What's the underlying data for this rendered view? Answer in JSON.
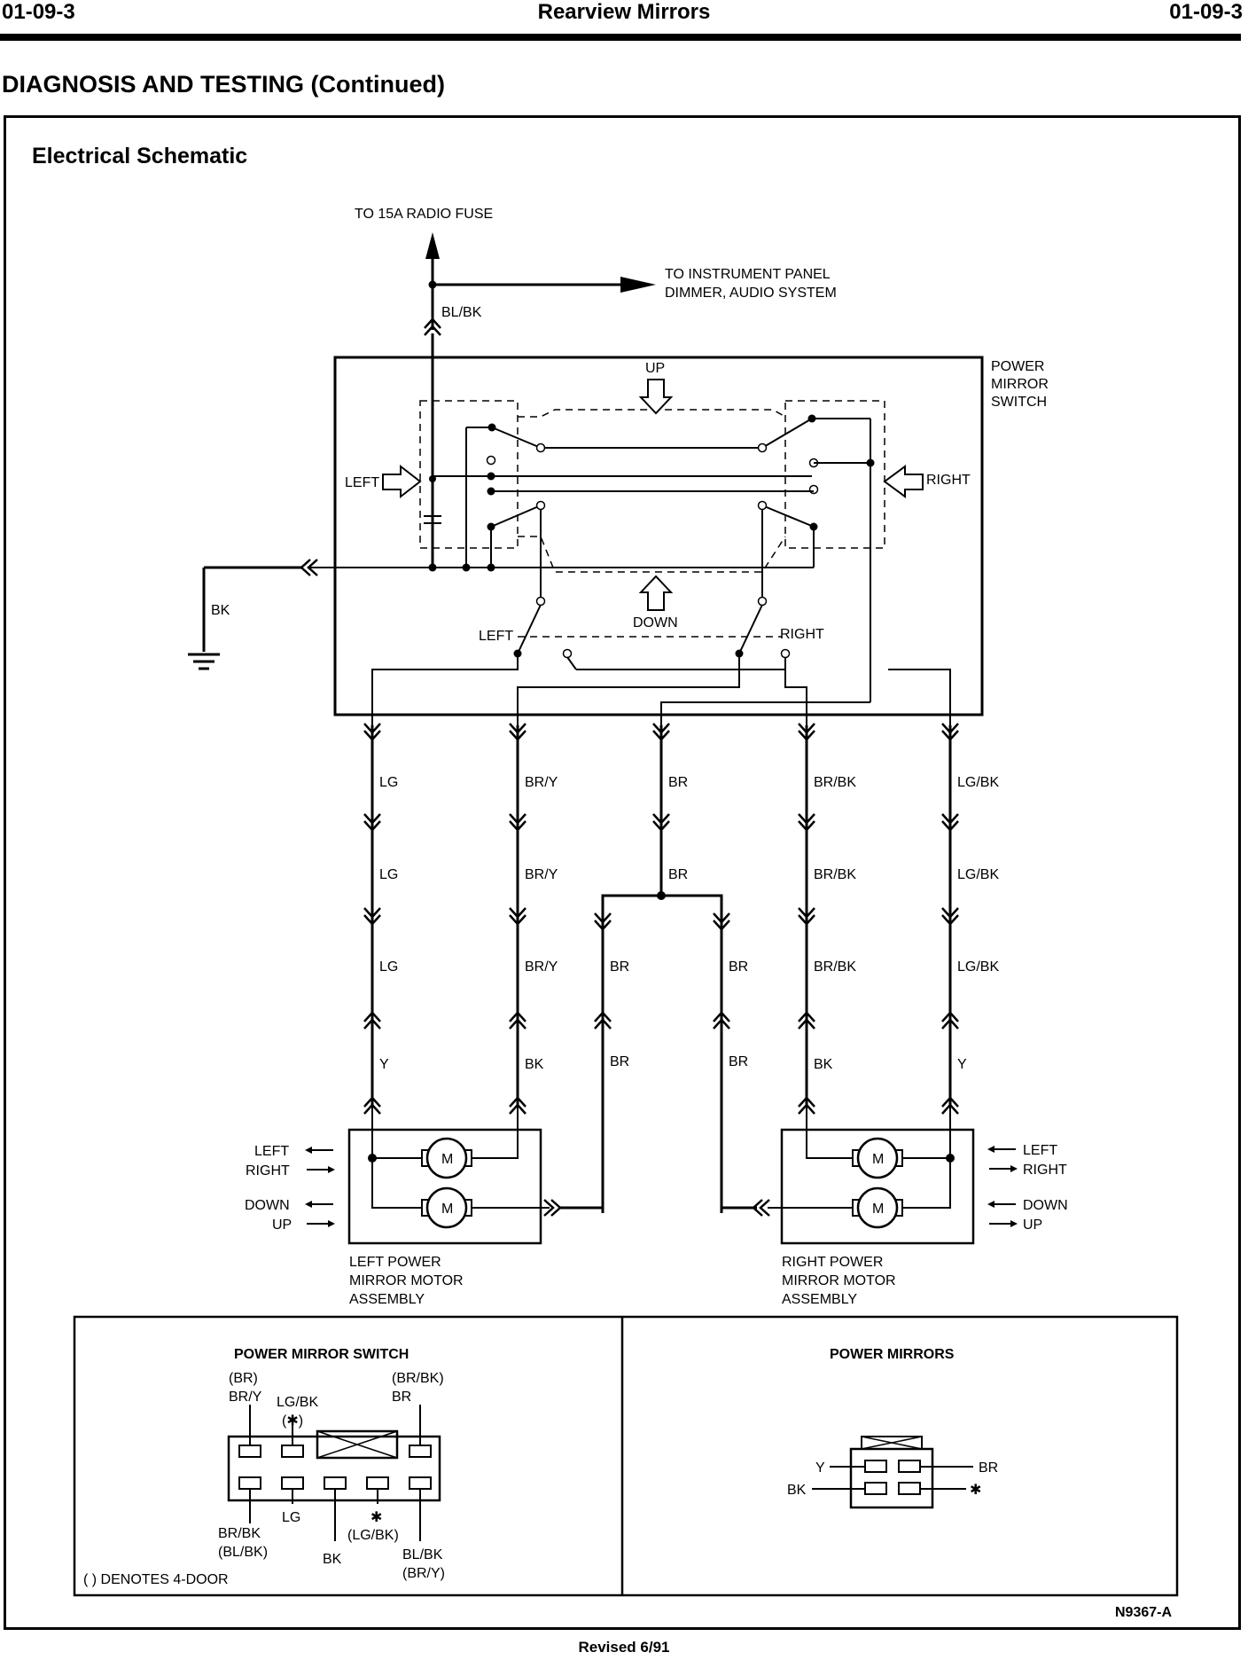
{
  "header": {
    "page_left": "01-09-3",
    "title": "Rearview Mirrors",
    "page_right": "01-09-3"
  },
  "section_title": "DIAGNOSIS AND TESTING (Continued)",
  "schematic_title": "Electrical Schematic",
  "labels": {
    "radio_fuse": "TO 15A RADIO FUSE",
    "dimmer_1": "TO INSTRUMENT PANEL",
    "dimmer_2": "DIMMER, AUDIO SYSTEM",
    "feed_wire": "BL/BK",
    "switch_name_1": "POWER",
    "switch_name_2": "MIRROR",
    "switch_name_3": "SWITCH",
    "up": "UP",
    "down": "DOWN",
    "left": "LEFT",
    "right": "RIGHT",
    "selector_left": "LEFT",
    "selector_right": "RIGHT",
    "ground_wire": "BK",
    "left_assembly_1": "LEFT POWER",
    "left_assembly_2": "MIRROR MOTOR",
    "left_assembly_3": "ASSEMBLY",
    "right_assembly_1": "RIGHT POWER",
    "right_assembly_2": "MIRROR MOTOR",
    "right_assembly_3": "ASSEMBLY",
    "motor": "M",
    "dir_left": "LEFT",
    "dir_right": "RIGHT",
    "dir_down": "DOWN",
    "dir_up": "UP"
  },
  "wires": {
    "row1": [
      "LG",
      "BR/Y",
      "BR",
      "BR/BK",
      "LG/BK"
    ],
    "row2": [
      "LG",
      "BR/Y",
      "BR",
      "BR/BK",
      "LG/BK"
    ],
    "row3": [
      "LG",
      "BR/Y",
      "BR",
      "BR",
      "BR/BK",
      "LG/BK"
    ],
    "row4": [
      "Y",
      "BK",
      "BR",
      "BR",
      "BK",
      "Y"
    ]
  },
  "connector_switch": {
    "title": "POWER MIRROR SWITCH",
    "top1_a": "(BR)",
    "top1_b": "BR/Y",
    "top2_a": "LG/BK",
    "top2_b": "(✱)",
    "top3_a": "(BR/BK)",
    "top3_b": "BR",
    "b1_a": "BR/BK",
    "b1_b": "(BL/BK)",
    "b2": "LG",
    "b3": "BK",
    "b4_a": "✱",
    "b4_b": "(LG/BK)",
    "b5_a": "BL/BK",
    "b5_b": "(BR/Y)",
    "note": "(   ) DENOTES 4-DOOR"
  },
  "connector_mirrors": {
    "title": "POWER MIRRORS",
    "pin_y": "Y",
    "pin_br": "BR",
    "pin_bk": "BK",
    "pin_star": "✱"
  },
  "figure_id": "N9367-A",
  "footer": "Revised 6/91"
}
